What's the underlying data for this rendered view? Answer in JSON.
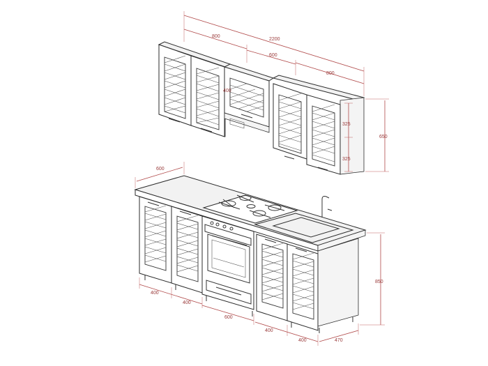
{
  "dimensions": {
    "total_width": "2200",
    "upper_left_width": "800",
    "upper_middle_width": "600",
    "upper_right_width": "800",
    "upper_middle_height": "400",
    "upper_right_half_top": "325",
    "upper_right_half_bottom": "325",
    "upper_total_height": "650",
    "base_depth": "600",
    "base_module_1": "400",
    "base_module_2": "400",
    "base_module_3": "600",
    "base_module_4": "400",
    "base_module_5": "400",
    "base_side_depth": "470",
    "base_height": "850"
  },
  "colors": {
    "dimension": "#b04848",
    "outline": "#2b2b2b",
    "background": "#ffffff"
  }
}
